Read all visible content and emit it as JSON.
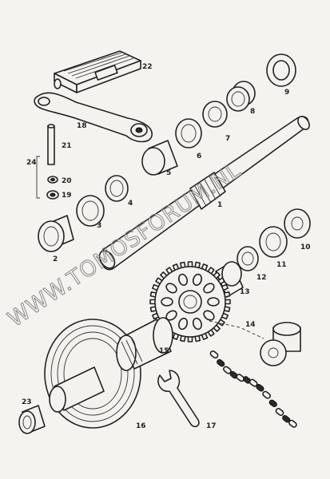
{
  "watermark": "WWW.TOMOSFORUM.NL",
  "labels": [
    {
      "id": "1",
      "text": "1"
    },
    {
      "id": "2",
      "text": "2"
    },
    {
      "id": "3",
      "text": "3"
    },
    {
      "id": "4",
      "text": "4"
    },
    {
      "id": "5",
      "text": "5"
    },
    {
      "id": "6",
      "text": "6"
    },
    {
      "id": "7",
      "text": "7"
    },
    {
      "id": "8",
      "text": "8"
    },
    {
      "id": "9",
      "text": "9"
    },
    {
      "id": "10",
      "text": "10"
    },
    {
      "id": "11",
      "text": "11"
    },
    {
      "id": "12",
      "text": "12"
    },
    {
      "id": "13",
      "text": "13"
    },
    {
      "id": "14",
      "text": "14"
    },
    {
      "id": "15",
      "text": "15"
    },
    {
      "id": "16",
      "text": "16"
    },
    {
      "id": "17",
      "text": "17"
    },
    {
      "id": "18",
      "text": "18"
    },
    {
      "id": "19",
      "text": "19"
    },
    {
      "id": "20",
      "text": "20"
    },
    {
      "id": "21",
      "text": "21"
    },
    {
      "id": "22",
      "text": "22"
    },
    {
      "id": "23",
      "text": "23"
    },
    {
      "id": "24",
      "text": "24"
    }
  ]
}
